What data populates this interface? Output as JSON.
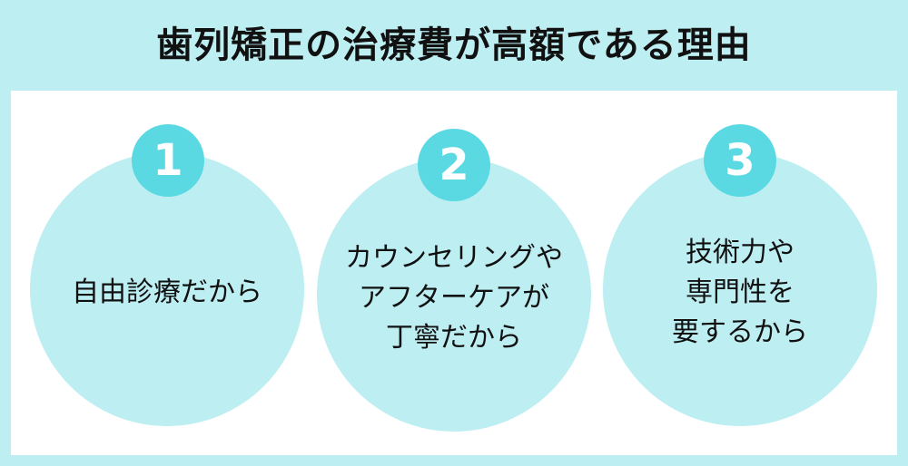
{
  "title": "歯列矯正の治療費が高額である理由",
  "colors": {
    "background": "#bdeef2",
    "panel": "#ffffff",
    "circle": "#bdeef2",
    "badge": "#5ad9e3",
    "text": "#111111"
  },
  "reasons": [
    {
      "number": "1",
      "text": "自由診療だから"
    },
    {
      "number": "2",
      "text": "カウンセリングや\nアフターケアが\n丁寧だから"
    },
    {
      "number": "3",
      "text": "技術力や\n専門性を\n要するから"
    }
  ]
}
